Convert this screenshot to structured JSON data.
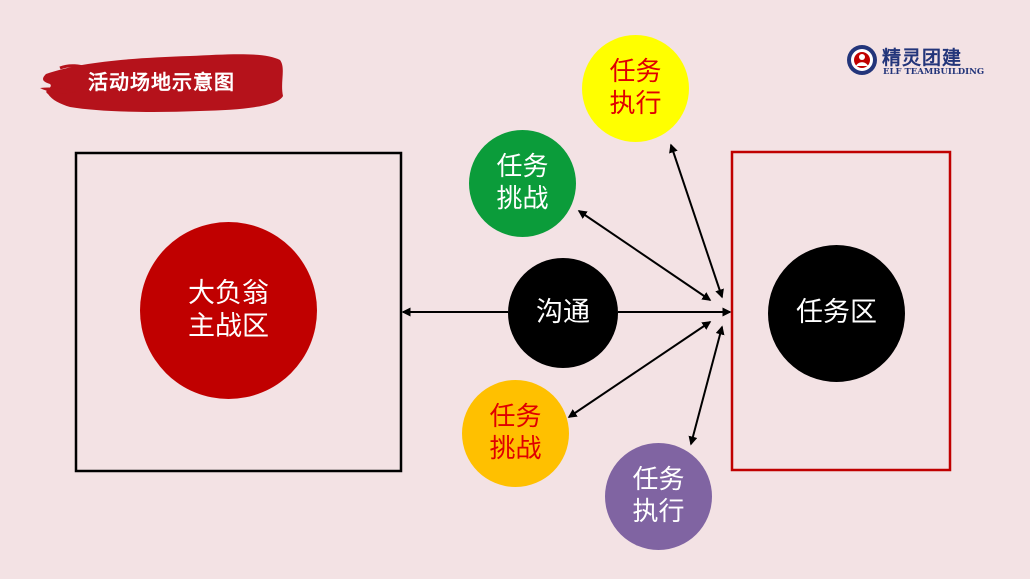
{
  "slide_title": "活动场地示意图",
  "logo": {
    "name_cn": "精灵团建",
    "name_en": "ELF TEAMBUILDING"
  },
  "nodes": {
    "main_zone": "大负翁主战区",
    "communication": "沟通",
    "task_zone": "任务区",
    "task_challenge_green": "任务挑战",
    "task_execute_yellow": "任务执行",
    "task_challenge_orange": "任务挑战",
    "task_execute_purple": "任务执行"
  },
  "colors": {
    "background": "#f3e2e4",
    "banner_red": "#b5121b",
    "main_circle": "#c00000",
    "task_zone_border": "#c00000",
    "green": "#0b9c3a",
    "yellow": "#ffff00",
    "orange": "#ffc000",
    "purple": "#8064a2",
    "red_text": "#e00000",
    "logo_blue": "#23357a"
  }
}
